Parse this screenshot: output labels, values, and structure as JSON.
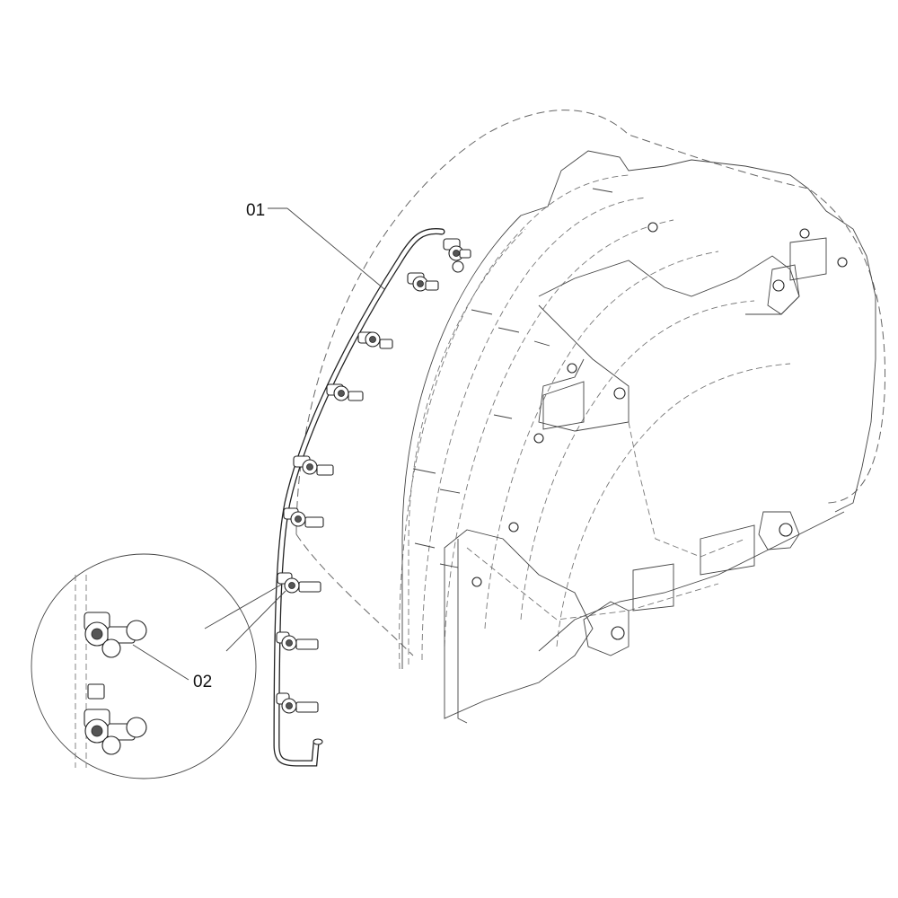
{
  "callouts": [
    {
      "id": "01",
      "text": "01"
    },
    {
      "id": "02",
      "text": "02"
    }
  ],
  "colors": {
    "line": "#333333",
    "dashed": "#666666",
    "background": "#ffffff"
  }
}
